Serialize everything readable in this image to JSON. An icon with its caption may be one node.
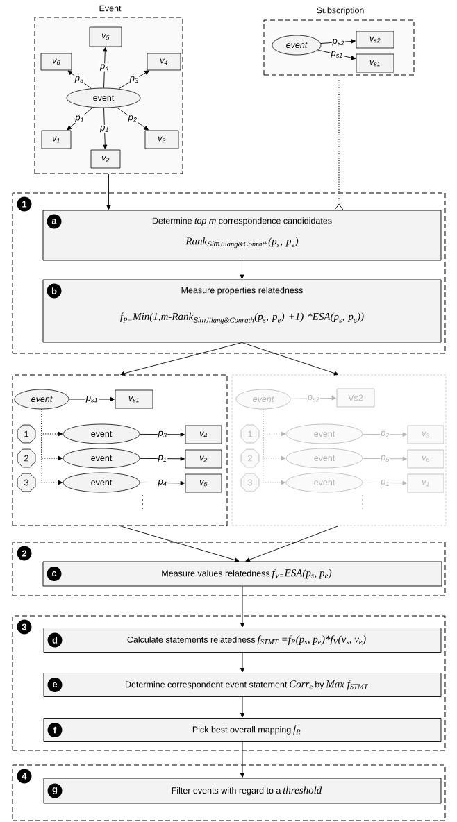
{
  "diagram": {
    "nodes": [
      {
        "text": [
          "Event"
        ]
      },
      {
        "text": [
          "v$_{5}$"
        ],
        "in": 0
      },
      {
        "text": [
          "v$_{6}$"
        ],
        "in": 0
      },
      {
        "text": [
          "v$_{4}$"
        ],
        "in": 0
      },
      {
        "text": [
          "event"
        ],
        "in": 0
      },
      {
        "text": [
          "v$_{1}$"
        ],
        "in": 0
      },
      {
        "text": [
          "v$_{2}$"
        ],
        "in": 0
      },
      {
        "text": [
          "v$_{3}$"
        ],
        "in": 0
      },
      {
        "text": [
          "Subscription"
        ]
      },
      {
        "text": [
          "event"
        ],
        "in": 8
      },
      {
        "text": [
          "v$_{s2}$"
        ],
        "in": 8
      },
      {
        "text": [
          "v$_{s1}$"
        ],
        "in": 8
      },
      {
        "text": [
          "1"
        ]
      },
      {
        "text": [
          "a",
          "Determine *top m* correspondence candididates",
          "\\textit{Rank}_{\\textrm{Sim}\\textit{Jiiang\\&Conrath}}\\textit{(p}_{\\textit{s}}\\textit{, p}_{\\textit{e}}\\textit{)}"
        ],
        "in": 12
      },
      {
        "text": [
          "b",
          "Measure properties relatedness",
          "\\textit{f}_{\\textit{P=}}\\textit{Min(1,m-Rank}_{\\textrm{Sim}\\textit{Jiiang\\&Conrath}}\\textit{(p}_{\\textit{s}}\\textit{, p}_{\\textit{e}}\\textit{) +1) *ESA(p}_{\\textit{s}}\\textit{, p}_{\\textit{e}}\\textit{))}"
        ],
        "in": 12
      },
      {
        "text": [],
        "shape": "box"
      },
      {
        "text": [
          "event"
        ],
        "in": 15
      },
      {
        "text": [
          "v$_{s1}$"
        ],
        "in": 15
      },
      {
        "text": [
          "1"
        ],
        "in": 15
      },
      {
        "text": [
          "event"
        ],
        "in": 15
      },
      {
        "text": [
          "v$_{4}$"
        ],
        "in": 15
      },
      {
        "text": [
          "2"
        ],
        "in": 15
      },
      {
        "text": [
          "event"
        ],
        "in": 15
      },
      {
        "text": [
          "v$_{2}$"
        ],
        "in": 15
      },
      {
        "text": [
          "3"
        ],
        "in": 15
      },
      {
        "text": [
          "event"
        ],
        "in": 15
      },
      {
        "text": [
          "v$_{5}$"
        ],
        "in": 15
      },
      {
        "text": [],
        "shape": "box"
      },
      {
        "text": [
          "event"
        ],
        "in": 27
      },
      {
        "text": [
          "Vs2"
        ],
        "in": 27
      },
      {
        "text": [
          "1"
        ],
        "in": 27
      },
      {
        "text": [
          "event"
        ],
        "in": 27
      },
      {
        "text": [
          "v$_{3}$"
        ],
        "in": 27
      },
      {
        "text": [
          "2"
        ],
        "in": 27
      },
      {
        "text": [
          "event"
        ],
        "in": 27
      },
      {
        "text": [
          "v$_{6}$"
        ],
        "in": 27
      },
      {
        "text": [
          "3"
        ],
        "in": 27
      },
      {
        "text": [
          "event"
        ],
        "in": 27
      },
      {
        "text": [
          "v$_{1}$"
        ],
        "in": 27
      },
      {
        "text": [
          "2"
        ]
      },
      {
        "text": [
          "c",
          "Measure values relatedness",
          "f$_{V=}$ESA(p$_{s}$, p$_{e}$)"
        ],
        "in": 39
      },
      {
        "text": [
          "3"
        ]
      },
      {
        "text": [
          "d",
          "Calculate statements relatedness",
          "f$_{STMT}$ =f$_{P}$(p$_{s}$, p$_{e}$)*f$_{V}$(v$_{s}$, v$_{e}$)"
        ],
        "in": 41
      },
      {
        "text": [
          "e",
          "Determine correspondent event statement",
          "Corr$_{e}$",
          "by",
          "Max f$_{STMT}$"
        ],
        "in": 41
      },
      {
        "text": [
          "f",
          "Pick best overall mapping",
          "f$_{R}$"
        ],
        "in": 41
      },
      {
        "text": [
          "4"
        ]
      },
      {
        "text": [
          "g",
          "Filter events with regard to a",
          "threshold"
        ],
        "in": 45
      }
    ],
    "edges": [
      {
        "from": 4,
        "to": 1,
        "arrow": "to",
        "label": "p$_{4}$"
      },
      {
        "from": 4,
        "to": 2,
        "arrow": "to",
        "label": "p$_{5}$"
      },
      {
        "from": 4,
        "to": 3,
        "arrow": "to",
        "label": "p$_{3}$"
      },
      {
        "from": 4,
        "to": 5,
        "arrow": "to",
        "label": "p$_{1}$"
      },
      {
        "from": 4,
        "to": 6,
        "arrow": "to",
        "label": "p$_{1}$"
      },
      {
        "from": 4,
        "to": 7,
        "arrow": "to",
        "label": "p$_{2}$"
      },
      {
        "from": 9,
        "to": 10,
        "arrow": "to",
        "label": "p$_{s2}$"
      },
      {
        "from": 9,
        "to": 11,
        "arrow": "to",
        "label": "p$_{s1}$"
      },
      {
        "from": 0,
        "to": 13,
        "arrow": "to"
      },
      {
        "from": 8,
        "to": 13,
        "arrow": "other",
        "style": "dashed"
      },
      {
        "from": 13,
        "to": 14,
        "arrow": "to"
      },
      {
        "from": 14,
        "to": 15,
        "arrow": "to"
      },
      {
        "from": 14,
        "to": 27,
        "arrow": "to"
      },
      {
        "from": 16,
        "to": 17,
        "arrow": "to",
        "label": "p$_{s1}$"
      },
      {
        "from": 16,
        "to": 19,
        "arrow": "to",
        "style": "dashed"
      },
      {
        "from": 16,
        "to": 22,
        "arrow": "to",
        "style": "dashed"
      },
      {
        "from": 16,
        "to": 25,
        "arrow": "to",
        "style": "dashed"
      },
      {
        "from": 19,
        "to": 20,
        "arrow": "to",
        "label": "p$_{3}$"
      },
      {
        "from": 22,
        "to": 23,
        "arrow": "to",
        "label": "p$_{1}$"
      },
      {
        "from": 25,
        "to": 26,
        "arrow": "to",
        "label": "p$_{4}$"
      },
      {
        "from": 28,
        "to": 29,
        "arrow": "to",
        "label": "p$_{s2}$",
        "color": "#b4b4b4"
      },
      {
        "from": 28,
        "to": 31,
        "arrow": "to",
        "style": "dashed",
        "color": "#b4b4b4"
      },
      {
        "from": 28,
        "to": 34,
        "arrow": "to",
        "style": "dashed",
        "color": "#b4b4b4"
      },
      {
        "from": 28,
        "to": 37,
        "arrow": "to",
        "style": "dashed",
        "color": "#b4b4b4"
      },
      {
        "from": 31,
        "to": 32,
        "arrow": "to",
        "label": "p$_{2}$",
        "color": "#b4b4b4"
      },
      {
        "from": 34,
        "to": 35,
        "arrow": "to",
        "label": "p$_{5}$",
        "color": "#b4b4b4"
      },
      {
        "from": 37,
        "to": 38,
        "arrow": "to",
        "label": "p$_{1}$",
        "color": "#b4b4b4"
      },
      {
        "from": 15,
        "to": 40,
        "arrow": "to"
      },
      {
        "from": 27,
        "to": 40,
        "arrow": "to"
      },
      {
        "from": 40,
        "to": 42,
        "arrow": "to"
      },
      {
        "from": 42,
        "to": 43,
        "arrow": "to"
      },
      {
        "from": 43,
        "to": 44,
        "arrow": "to"
      },
      {
        "from": 44,
        "to": 46,
        "arrow": "to"
      }
    ]
  }
}
